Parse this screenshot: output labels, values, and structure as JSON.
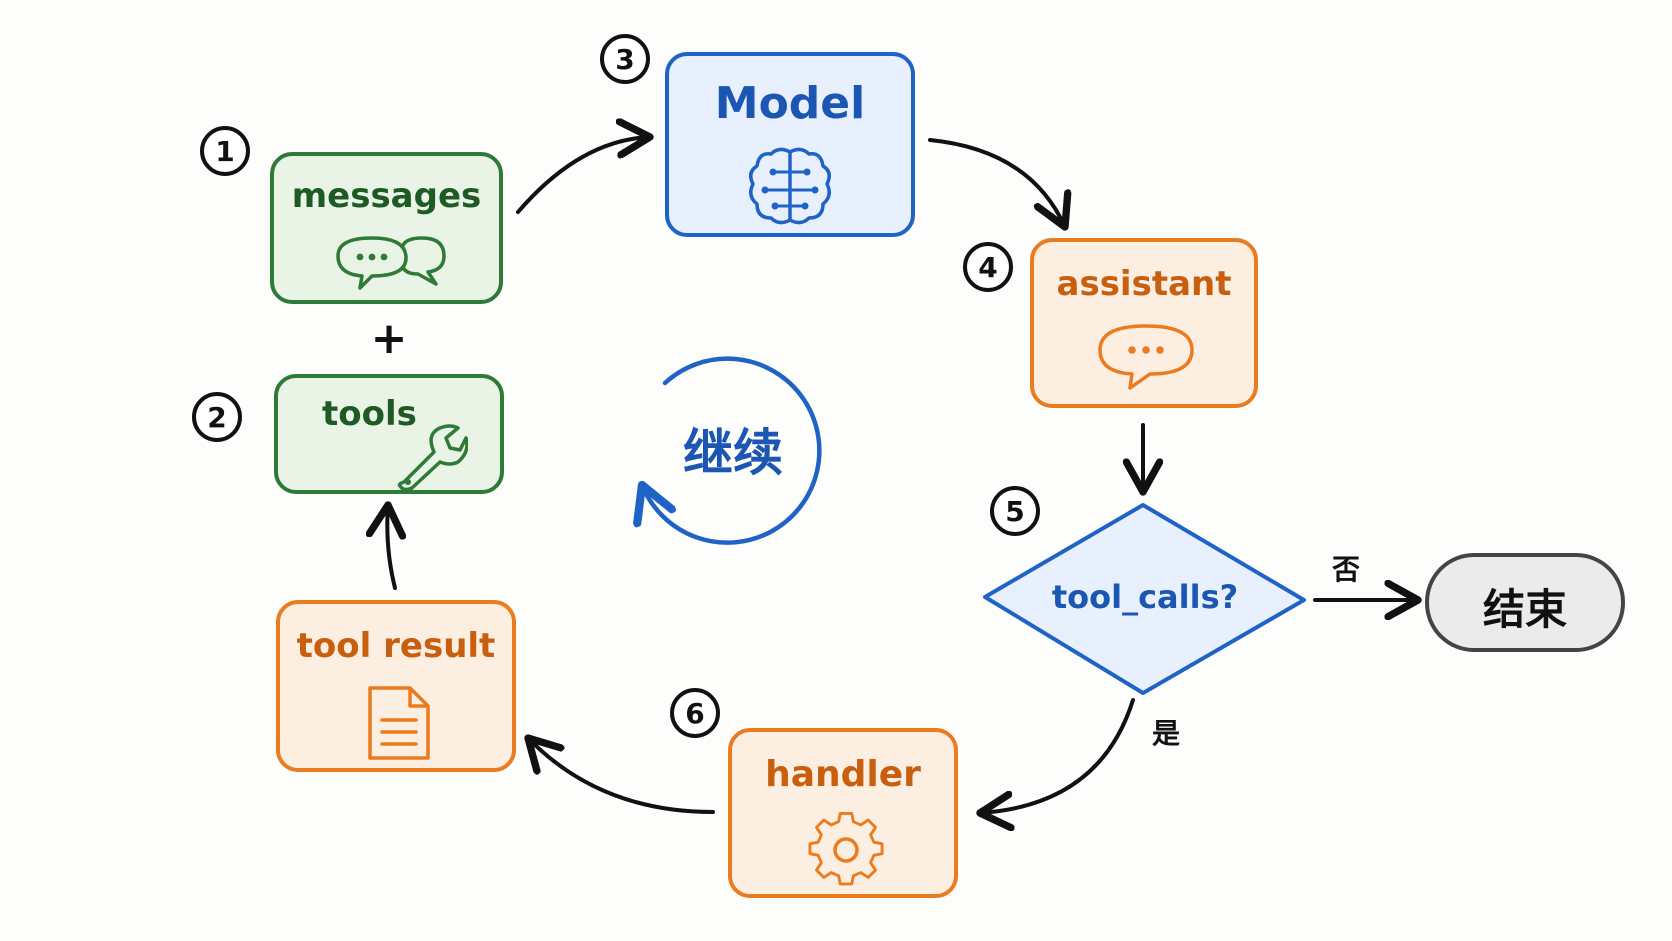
{
  "nodes": {
    "messages": {
      "number": "1",
      "label": "messages",
      "icon": "chat-bubbles-icon"
    },
    "tools": {
      "number": "2",
      "label": "tools",
      "icon": "wrench-icon"
    },
    "model": {
      "number": "3",
      "label": "Model",
      "icon": "brain-icon"
    },
    "assistant": {
      "number": "4",
      "label": "assistant",
      "icon": "speech-bubble-icon"
    },
    "decision": {
      "number": "5",
      "label": "tool_calls?"
    },
    "handler": {
      "number": "6",
      "label": "handler",
      "icon": "gear-icon"
    },
    "tool_result": {
      "label": "tool result",
      "icon": "document-icon"
    },
    "end": {
      "label": "结束"
    }
  },
  "plus_sign": "+",
  "loop_label": "继续",
  "edges": {
    "no_label": "否",
    "yes_label": "是"
  },
  "colors": {
    "green": "#2e7a37",
    "blue": "#1f63c6",
    "orange": "#ea7b1f",
    "gray": "#444444"
  }
}
